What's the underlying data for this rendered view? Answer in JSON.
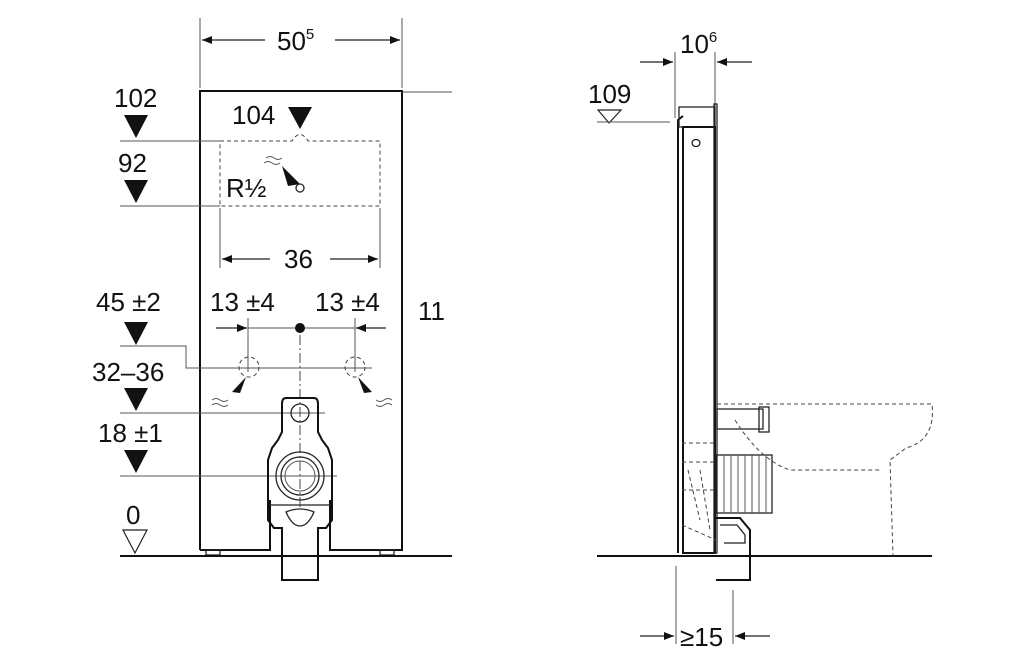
{
  "front_view": {
    "width_label": {
      "main": "50",
      "sup": "5"
    },
    "level_102": "102",
    "level_104": "104",
    "level_92": "92",
    "thread_label": "R½",
    "spacing_36": "36",
    "level_45": "45 ±2",
    "offset_left": "13 ±4",
    "offset_right": "13 ±4",
    "side_label": "11",
    "level_32_36": "32–36",
    "level_18": "18 ±1",
    "level_0": "0"
  },
  "side_view": {
    "depth_label": {
      "main": "10",
      "sup": "6"
    },
    "level_109": "109",
    "min_distance": "≥15"
  }
}
